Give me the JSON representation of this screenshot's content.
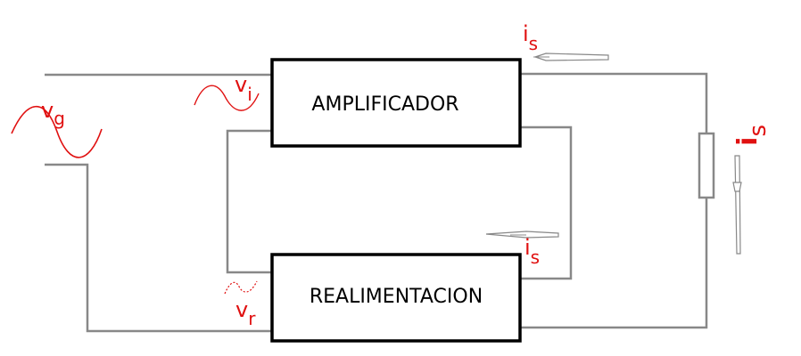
{
  "colors": {
    "wire": "#888888",
    "box_border": "#000000",
    "label_text": "#000000",
    "variable_text": "#e01010"
  },
  "blocks": {
    "amplifier": {
      "label": "AMPLIFICADOR"
    },
    "feedback": {
      "label": "REALIMENTACION"
    }
  },
  "variables": {
    "vg": {
      "main": "v",
      "sub": "g"
    },
    "vi": {
      "main": "v",
      "sub": "i"
    },
    "vr": {
      "main": "v",
      "sub": "r"
    },
    "is_top": {
      "main": "i",
      "sub": "s"
    },
    "is_mid": {
      "main": "i",
      "sub": "s"
    },
    "is_right": {
      "main": "i",
      "sub": "s"
    }
  },
  "icons": {
    "source_wave": "sine-wave-icon",
    "input_wave": "sine-wave-icon",
    "feedback_wave": "dotted-sine-wave-icon",
    "load": "resistor-icon",
    "current_arrows": "arrow-icon"
  }
}
